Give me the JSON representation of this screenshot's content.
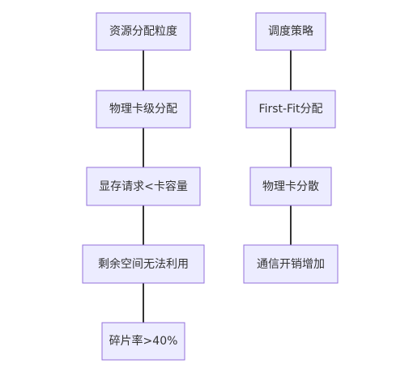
{
  "left_chain": {
    "nodes": [
      "资源分配粒度",
      "物理卡级分配",
      "显存请求<卡容量",
      "剩余空间无法利用",
      "碎片率>40%"
    ]
  },
  "right_chain": {
    "nodes": [
      "调度策略",
      "First-Fit分配",
      "物理卡分散",
      "通信开销增加"
    ]
  },
  "colors": {
    "node_fill": "#ECECFF",
    "node_border": "#9370DB",
    "edge": "#333333",
    "text": "#333333"
  }
}
